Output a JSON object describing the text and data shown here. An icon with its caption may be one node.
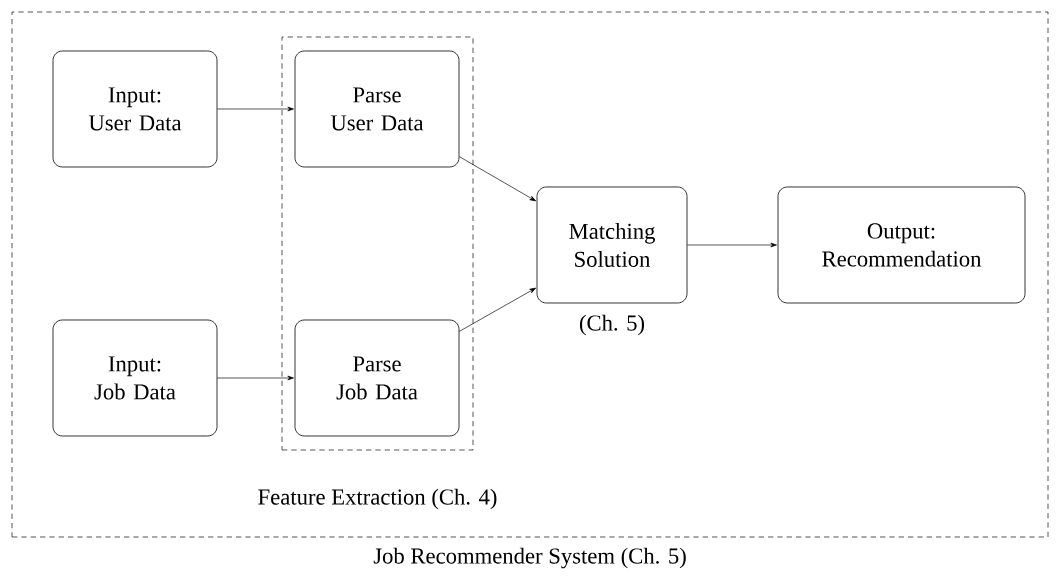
{
  "diagram": {
    "nodes": [
      {
        "text": [
          "Job Recommender System (Ch. 5)"
        ]
      },
      {
        "text": [
          "Input: User Data"
        ],
        "in": 0
      },
      {
        "text": [
          "Feature Extraction (Ch. 4)"
        ],
        "in": 0
      },
      {
        "text": [
          "Parse User Data"
        ],
        "in": 2
      },
      {
        "text": [
          "Input: Job Data"
        ],
        "in": 0
      },
      {
        "text": [
          "Parse Job Data"
        ],
        "in": 2
      },
      {
        "text": [
          "Matching Solution"
        ],
        "beside": [
          "(Ch. 5)"
        ],
        "in": 0
      },
      {
        "text": [
          "Output: Recommendation"
        ],
        "in": 0
      }
    ],
    "edges": [
      {
        "from": 1,
        "to": 3,
        "arrow": "to"
      },
      {
        "from": 4,
        "to": 5,
        "arrow": "to"
      },
      {
        "from": 3,
        "to": 6,
        "arrow": "to"
      },
      {
        "from": 5,
        "to": 6,
        "arrow": "to"
      },
      {
        "from": 6,
        "to": 7,
        "arrow": "to"
      }
    ]
  }
}
